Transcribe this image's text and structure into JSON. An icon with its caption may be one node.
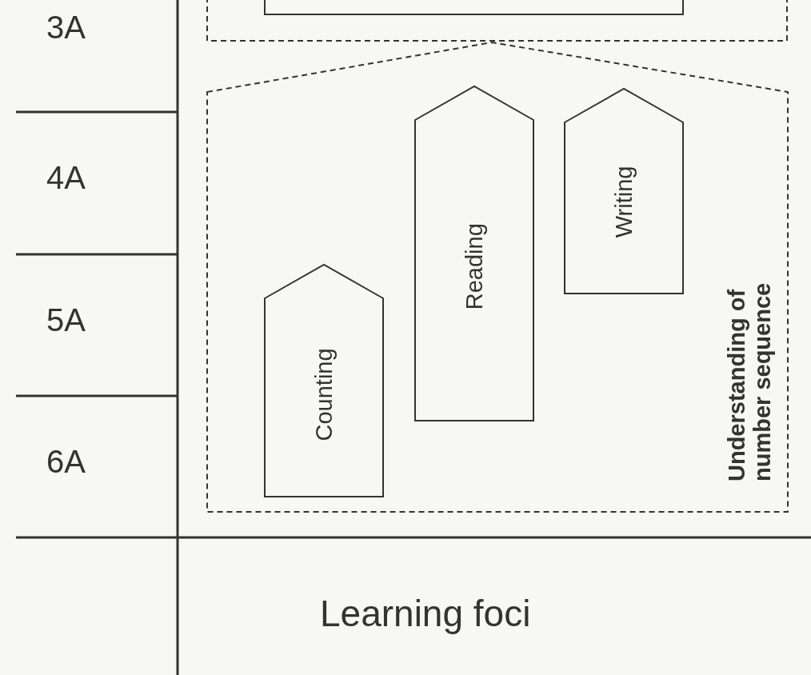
{
  "diagram": {
    "nodes": [
      {
        "text": [],
        "shape": "box"
      },
      {
        "text": [],
        "shape": "box",
        "in": 0
      },
      {
        "text": [
          "Understanding of number sequence"
        ]
      },
      {
        "text": [
          "Counting"
        ],
        "in": 2
      },
      {
        "text": [
          "Reading"
        ],
        "in": 2
      },
      {
        "text": [
          "Writing"
        ],
        "in": 2
      }
    ],
    "edges": [],
    "labels": [
      "3A",
      "4A",
      "5A",
      "6A",
      "Learning foci"
    ]
  }
}
